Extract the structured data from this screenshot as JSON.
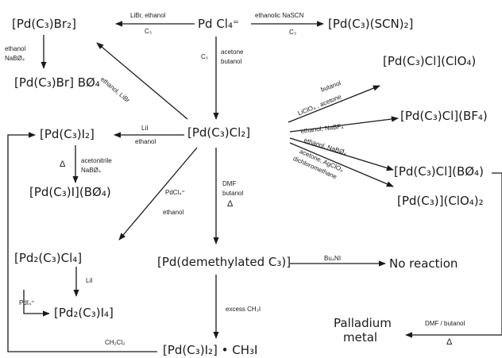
{
  "compounds": {
    "pdbr_c3": "[Pd(C₃)Br₂]",
    "pdcl4": "Pd Cl₄⁼",
    "pdscn": "[Pd(C₃)(SCN)₂]",
    "pdbr_bph4": "[Pd(C₃)Br] BØ₄",
    "pdcl_clo4": "[Pd(C₃)Cl](ClO₄)",
    "pd_i2": "[Pd(C₃)I₂]",
    "pdc3cl2": "[Pd(C₃)Cl₂]",
    "pdcl_bf4": "[Pd(C₃)Cl](BF₄)",
    "pdcl_bph4": "[Pd(C₃)Cl](BØ₄)",
    "pd_i_bph4": "[Pd(C₃)I](BØ₄)",
    "pd_clo42": "[Pd(C₃)](ClO₄)₂",
    "pd2cl4": "[Pd₂(C₃)Cl₄]",
    "demethylated": "[Pd(demethylated C₃)]",
    "noreaction": "No reaction",
    "pd2i4": "[Pd₂(C₃)I₄]",
    "pdmetal1": "Palladium",
    "pdmetal2": "metal",
    "pdi2ch3i": "[Pd(C₃)I₂] • CH₃I"
  },
  "conditions": {
    "libr_ethanol": "LiBr, ethanol",
    "c3_top_left": "C₃",
    "ethanolic_nascn": "ethanolic  NaSCN",
    "c3_top_right": "C₃",
    "ethanol_nabph4_1": "ethanol",
    "ethanol_nabph4_2": "NaBØ₄",
    "ethanol_libr": "ethanol, LiBr",
    "c3_center": "C₃",
    "acetone": "acetone",
    "butanol": "butanol",
    "butanol_acetone_1": "butanol",
    "butanol_acetone_2": "LiClO₄ , acetone",
    "lii": "LiI",
    "ethanol_mid": "ethanol",
    "ethanol_nabf4": "ethanol, NaBF₄",
    "ethanol_nabph4": "ethanol, NaBØ₄",
    "acetone_agclo4": "acetone, AgClO₄",
    "dichloromethane": "dichloromethane",
    "delta_left": "Δ",
    "acetonitrile": "acetonitrile",
    "nabph4_left": "NaBØ₄",
    "pdcl4_small": "PdCl₄⁼",
    "ethanol_pdcl4": "ethanol",
    "dmf": "DMF",
    "butanol_dmf": "butanol",
    "delta_dmf": "Δ",
    "bu4ni": "Bu₄NI",
    "lii_lower": "LiI",
    "pdi4": "PdI₄⁼",
    "excess_ch3i": "excess  CH₃I",
    "ch2cl2": "CH₂Cl₂",
    "dmf_butanol": "DMF / butanol",
    "delta_right": "Δ"
  }
}
